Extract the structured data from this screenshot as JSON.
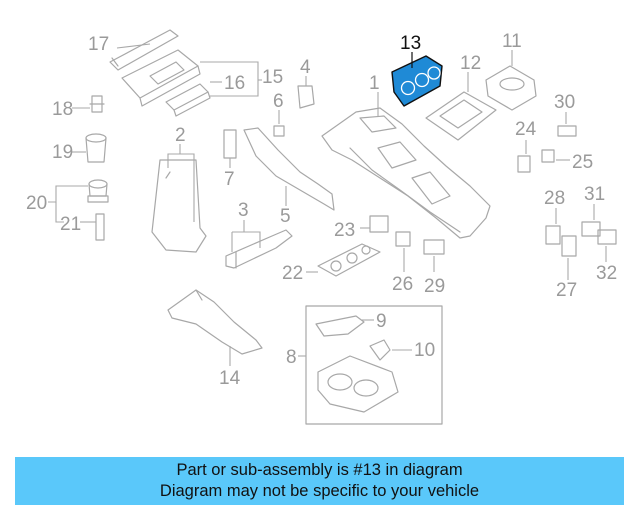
{
  "diagram": {
    "highlight_color": "#5ac8fa",
    "highlighted_part": "13",
    "callouts": [
      "1",
      "2",
      "3",
      "4",
      "5",
      "6",
      "7",
      "8",
      "9",
      "10",
      "11",
      "12",
      "13",
      "14",
      "15",
      "16",
      "17",
      "18",
      "19",
      "20",
      "21",
      "22",
      "23",
      "24",
      "25",
      "26",
      "27",
      "28",
      "29",
      "30",
      "31",
      "32"
    ]
  },
  "banner": {
    "line1": "Part or sub-assembly is #13 in diagram",
    "line2": "Diagram may not be specific to your vehicle",
    "background": "#5ac8fa"
  }
}
